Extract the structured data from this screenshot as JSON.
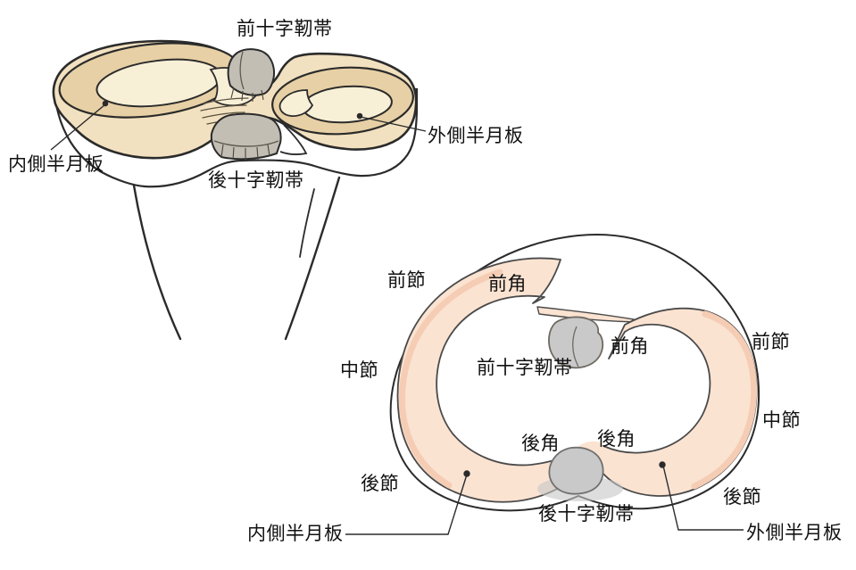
{
  "figure_title": "knee meniscus anatomy diagram",
  "top_illustration": {
    "name": "tibial plateau with menisci, oblique 3D view",
    "labels": {
      "acl": "前十字靭帯",
      "lateral_meniscus": "外側半月板",
      "medial_meniscus": "内側半月板",
      "pcl": "後十字靭帯"
    }
  },
  "bottom_illustration": {
    "name": "menisci viewed from above",
    "labels": {
      "anterior_segment_left": "前節",
      "anterior_horn_left": "前角",
      "anterior_horn_right": "前角",
      "anterior_segment_right": "前節",
      "acl": "前十字靭帯",
      "middle_segment_left": "中節",
      "middle_segment_right": "中節",
      "posterior_horn_left": "後角",
      "posterior_horn_right": "後角",
      "posterior_segment_left": "後節",
      "posterior_segment_right": "後節",
      "pcl": "後十字靭帯",
      "medial_meniscus": "内側半月板",
      "lateral_meniscus": "外側半月板"
    }
  },
  "colors": {
    "meniscus_tan": "#f2e1c0",
    "meniscus_rim_tan": "#e7d0a5",
    "plateau_cream": "#f8efd7",
    "meniscus_peach": "#fbe3d2",
    "meniscus_peach_rim": "#f5cdb4",
    "ligament_gray": "#c9c9c9",
    "ligament_gray_dark": "#c2beb4",
    "outline": "#2b2b2b"
  }
}
